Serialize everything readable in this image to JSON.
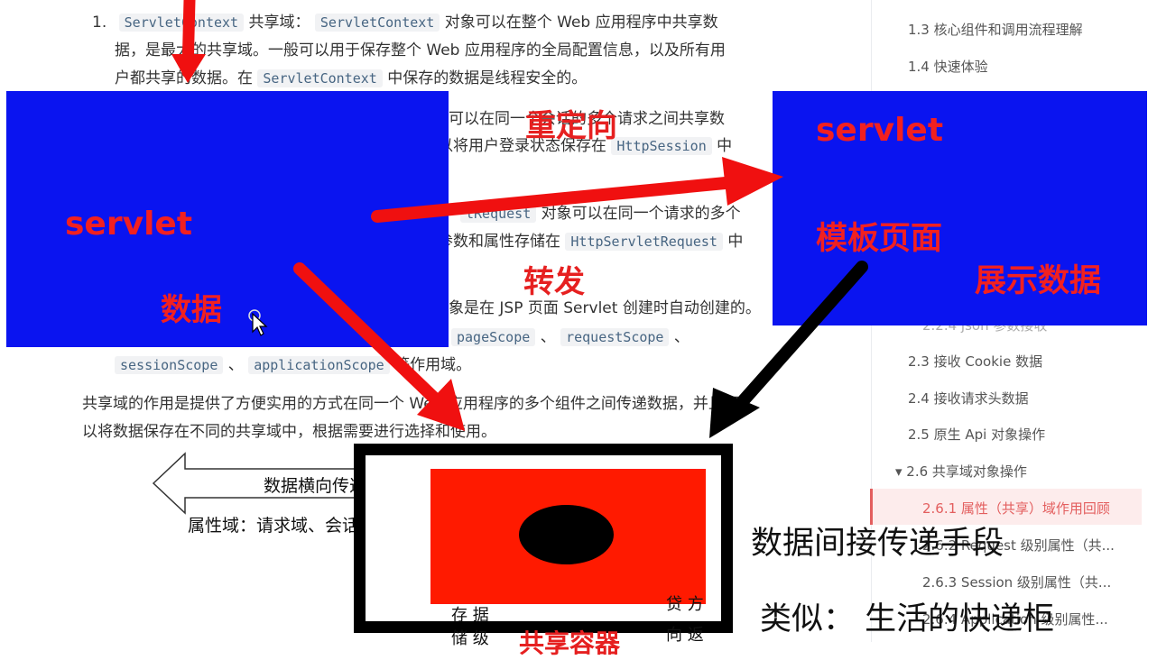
{
  "doc": {
    "list_number": "1.",
    "line1_code1": "ServletContext",
    "line1_text1": "共享域：",
    "line1_code2": "ServletContext",
    "line1_text2": "对象可以在整个 Web 应用程序中共享数",
    "line2_text": "据，是最大的共享域。一般可以用于保存整个 Web 应用程序的全局配置信息，以及所有用",
    "line3_text1": "户都共享的数据。在",
    "line3_code": "ServletContext",
    "line3_text2": "中保存的数据是线程安全的。",
    "line4_text": "象可以在同一个会话的多个请求之间共享数",
    "line5_text": "以将用户登录状态保存在",
    "line5_code": "HttpSession",
    "line5_text2": "中",
    "line6_code": "tRequest",
    "line6_text": "对象可以在同一个请求的多个",
    "line7_text": "参数和属性存储在",
    "line7_code": "HttpServletRequest",
    "line7_text2": "中",
    "line8_text": "象是在 JSP 页面 Servlet 创建时自动创建的。",
    "line9_code1": "pageScope",
    "line9_sep1": "、",
    "line9_code2": "requestScope",
    "line9_sep2": "、",
    "line10_code1": "sessionScope",
    "line10_sep": "、",
    "line10_code2": "applicationScope",
    "line10_text": "等作用域。",
    "para2_line1": "共享域的作用是提供了方便实用的方式在同一个 Web 应用程序的多个组件之间传递数据，并且可",
    "para2_line2": "以将数据保存在不同的共享域中，根据需要进行选择和使用。"
  },
  "diagram": {
    "arrow_label": "数据横向传递",
    "attr_label": "属性域：请求域、会话域、",
    "bottom_fragment1": "存 据",
    "bottom_fragment2": "储 级",
    "bottom_fragment3": "贷 方",
    "bottom_fragment4": "向 返"
  },
  "sidebar": {
    "items": [
      {
        "label": "1.3 核心组件和调用流程理解"
      },
      {
        "label": "1.4 快速体验"
      },
      {
        "label": "2.2.4 json 参数接收"
      },
      {
        "label": "2.3 接收 Cookie 数据"
      },
      {
        "label": "2.4 接收请求头数据"
      },
      {
        "label": "2.5 原生 Api 对象操作"
      },
      {
        "label": "▾ 2.6 共享域对象操作"
      },
      {
        "label": "2.6.1 属性（共享）域作用回顾"
      },
      {
        "label": "2.6.2 Request 级别属性（共..."
      },
      {
        "label": "2.6.3 Session 级别属性（共..."
      },
      {
        "label": "2.6.4 Application 级别属性..."
      }
    ]
  },
  "annotations": {
    "left_box_servlet": "servlet",
    "left_box_data": "数据",
    "redirect": "重定向",
    "forward": "转发",
    "right_box_servlet": "servlet",
    "right_box_template": "模板页面",
    "right_box_show": "展示数据",
    "note1": "数据间接传递手段",
    "note2": "类似：  生活的快递柜",
    "partial_bottom": "共享容器"
  },
  "colors": {
    "annotation_blue": "#0a14f0",
    "annotation_red": "#f22020",
    "toc_active": "#e35e5e"
  }
}
